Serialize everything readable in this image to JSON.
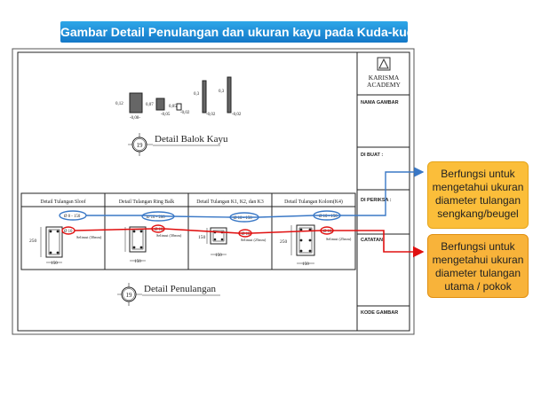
{
  "banner_title": "Gambar Detail Penulangan dan ukuran kayu pada Kuda-kuda)",
  "title_block": {
    "company_line1": "KARISMA",
    "company_line2": "ACADEMY",
    "fields": [
      "NAMA GAMBAR",
      "DI BUAT :",
      "DI PERIKSA :",
      "CATATAN",
      "KODE GAMBAR"
    ]
  },
  "balok_kayu": {
    "section_number": "19",
    "section_title": "Detail Balok Kayu",
    "dims": [
      "0,12",
      "-0,08-",
      "0,07",
      "-0,05",
      "0,05",
      "-0,02",
      "0,3",
      "-0,02",
      "0,3",
      "-0,02"
    ]
  },
  "penulangan": {
    "section_number": "19",
    "section_title": "Detail Penulangan",
    "columns": [
      {
        "title": "Detail Tulangan Sloof",
        "sengkang": "Ø 8 - 150",
        "utama": "Ø 10",
        "selimut": "Selimut (30mm)",
        "height": "250",
        "width": "150"
      },
      {
        "title": "Detail Tulangan Ring Balk",
        "sengkang": "Ø 10 - 200",
        "utama": "Ø 10",
        "selimut": "Selimut (30mm)",
        "height": "",
        "width": "150"
      },
      {
        "title": "Detail Tulangan K1, K2, dan K3",
        "sengkang": "Ø 10 - 150",
        "utama": "Ø 10",
        "selimut": "Selimut (25mm)",
        "height": "150",
        "width": "150"
      },
      {
        "title": "Detail Tulangan Kolom(K4)",
        "sengkang": "Ø 10 - 150",
        "utama": "Ø 10",
        "selimut": "Selimut (25mm)",
        "height": "250",
        "width": "150"
      }
    ]
  },
  "notes": {
    "sengkang": "Berfungsi untuk mengetahui ukuran diameter tulangan sengkang/beugel",
    "utama": "Berfungsi untuk mengetahui ukuran diameter tulangan utama / pokok"
  },
  "colors": {
    "banner": "#1e8ad6",
    "blue_marker": "#3a78c6",
    "red_marker": "#e01010",
    "note_fill": "#fbbe3a"
  }
}
